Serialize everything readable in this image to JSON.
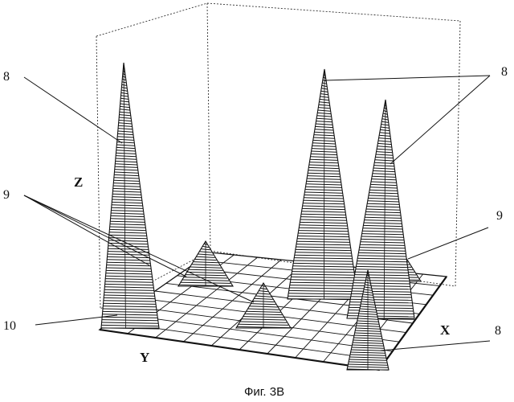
{
  "figure": {
    "caption": "Фиг. 3В",
    "axis_labels": {
      "x": "X",
      "y": "Y",
      "z": "Z"
    },
    "callouts": [
      {
        "id": "label-8-left",
        "text": "8"
      },
      {
        "id": "label-8-right",
        "text": "8"
      },
      {
        "id": "label-8-bottom",
        "text": "8"
      },
      {
        "id": "label-9-left",
        "text": "9"
      },
      {
        "id": "label-9-right",
        "text": "9"
      },
      {
        "id": "label-10",
        "text": "10"
      }
    ],
    "components": {
      "tall_peaks": 4,
      "small_peaks": 3,
      "surface": "grid-plane"
    }
  }
}
